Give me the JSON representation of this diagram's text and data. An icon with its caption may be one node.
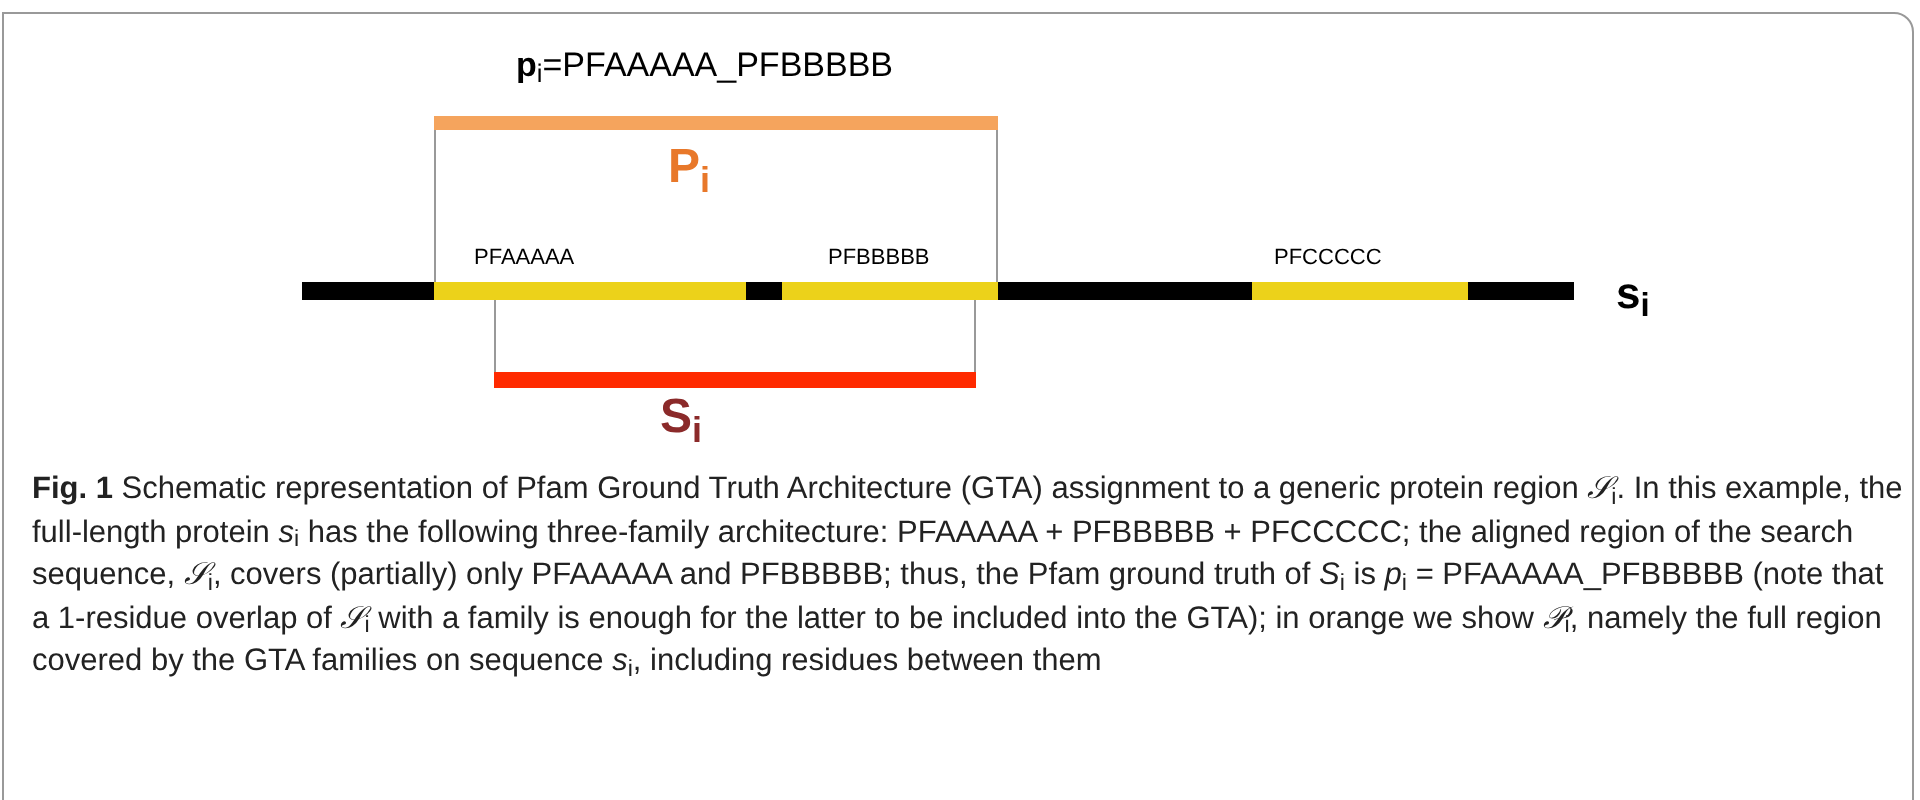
{
  "diagram": {
    "labels": [
      "**p**$_{i}$=PFAAAAA_PFBBBBB",
      "P$_{i}$",
      "PFAAAAA",
      "PFBBBBB",
      "PFCCCCC",
      "s$_{i}$",
      "S$_{i}$"
    ],
    "caption": "**Fig. 1** Schematic representation of Pfam Ground Truth Architecture (GTA) assignment to a generic protein region *𝒮*$_{i}$. In this example, the full-length protein *s*$_{i}$ has the following three-family architecture: PFAAAAA + PFBBBBB + PFCCCCC; the aligned region of the search sequence, *𝒮*$_{i}$, covers (partially) only PFAAAAA and PFBBBBB; thus, the Pfam ground truth of *S*$_{i}$ is *p*$_{i}$ = PFAAAAA_PFBBBBB (note that a 1-residue overlap of *𝒮*$_{i}$ with a family is enough for the latter to be included into the GTA); in orange we show *𝒫*$_{i}$, namely the full region covered by the GTA families on sequence *s*$_{i}$, including residues between them"
  }
}
